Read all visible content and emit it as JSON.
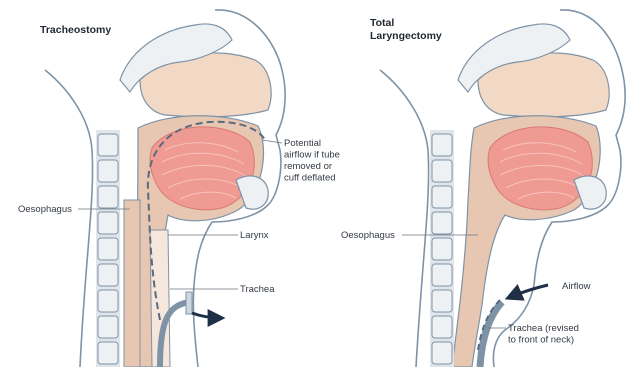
{
  "panels": {
    "left": {
      "title": "Tracheostomy",
      "labels": {
        "airflow": [
          "Potential",
          "airflow if tube",
          "removed or",
          "cuff deflated"
        ],
        "oesophagus": "Oesophagus",
        "larynx": "Larynx",
        "trachea": "Trachea"
      }
    },
    "right": {
      "title": [
        "Total",
        "Laryngectomy"
      ],
      "labels": {
        "oesophagus": "Oesophagus",
        "airflow": "Airflow",
        "trachea": [
          "Trachea (revised",
          "to front of neck)"
        ]
      }
    }
  },
  "colors": {
    "outline": "#7f93a6",
    "cavity": "#f1d9c6",
    "tissue": "#e7c6b2",
    "tongue": "#ef9a92",
    "tongue_line": "#f7c3bd",
    "bone": "#eef1f4",
    "arrow": "#1f2f46"
  }
}
